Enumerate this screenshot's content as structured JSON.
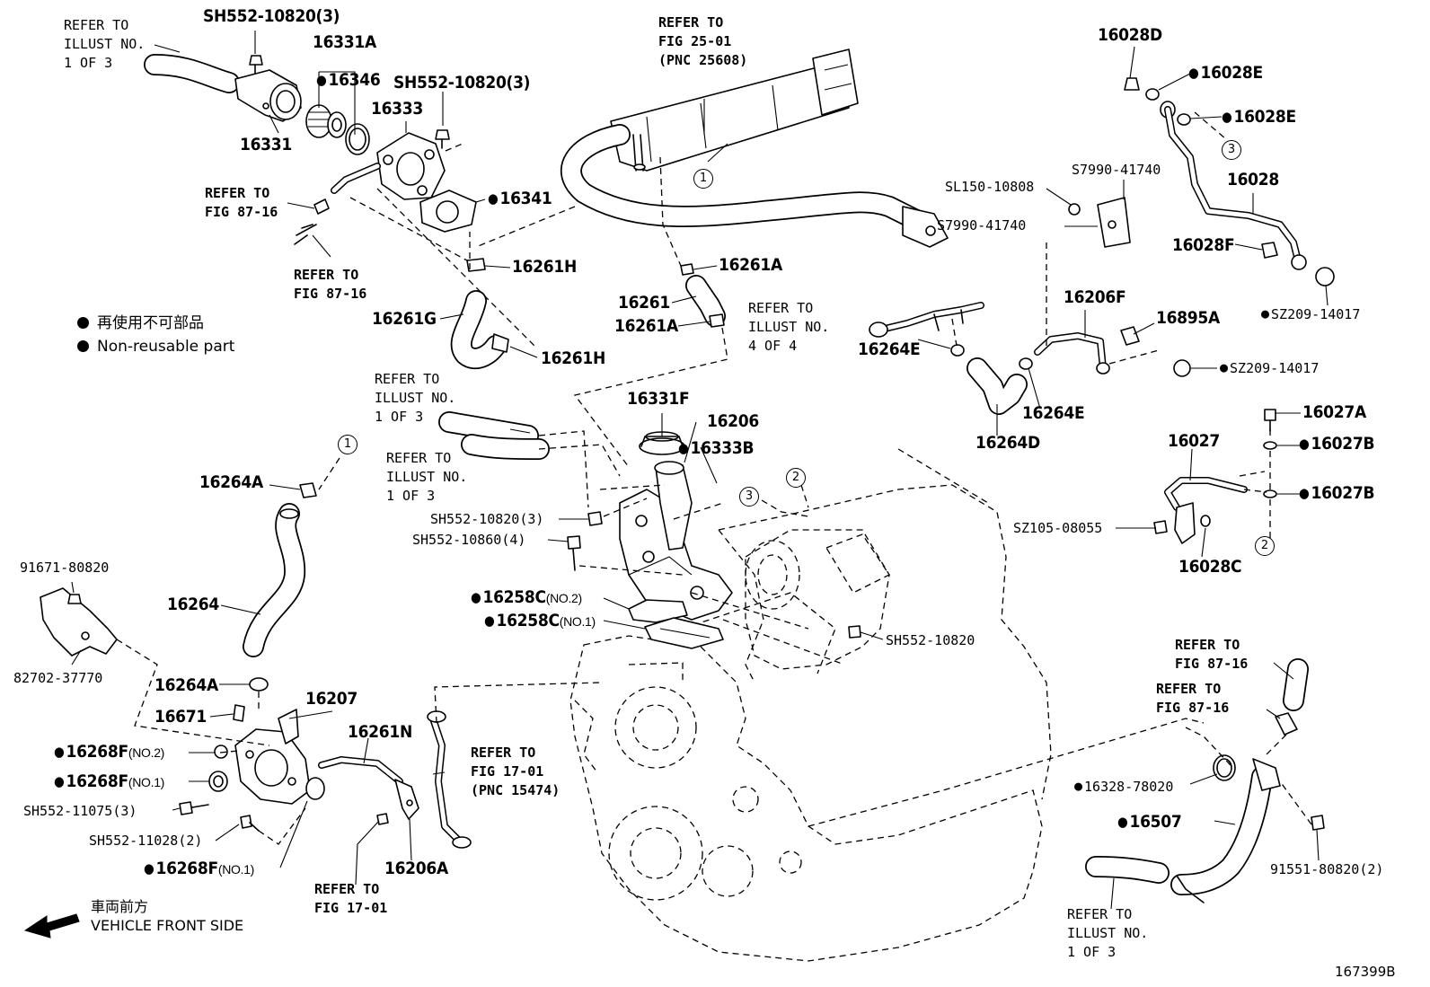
{
  "diagram_id": "167399B",
  "legend": {
    "line1": "再使用不可部品",
    "line2": "Non-reusable part"
  },
  "front": {
    "jp": "車両前方",
    "en": "VEHICLE FRONT SIDE"
  },
  "references": {
    "r_top_left": "REFER TO\nILLUST NO.\n1 OF 3",
    "r_fig2501": "REFER TO\nFIG 25-01\n(PNC 25608)",
    "r_fig8716_a": "REFER TO\nFIG 87-16",
    "r_fig8716_b": "REFER TO\nFIG 87-16",
    "r_illust_4of4": "REFER TO\nILLUST NO.\n4 OF 4",
    "r_illust_1of3_a": "REFER TO\nILLUST NO.\n1 OF 3",
    "r_illust_1of3_b": "REFER TO\nILLUST NO.\n1 OF 3",
    "r_fig1701_pnc": "REFER TO\nFIG 17-01\n(PNC 15474)",
    "r_fig1701": "REFER TO\nFIG 17-01",
    "r_fig8716_c": "REFER TO\nFIG 87-16",
    "r_fig8716_d": "REFER TO\nFIG 87-16",
    "r_illust_1of3_c": "REFER TO\nILLUST NO.\n1 OF 3"
  },
  "parts": {
    "p_sh552_10820_3_a": "SH552-10820(3)",
    "p_16331a": "16331A",
    "p_16346": "16346",
    "p_sh552_10820_3_b": "SH552-10820(3)",
    "p_16333": "16333",
    "p_16331": "16331",
    "p_16341": "16341",
    "p_16261h_a": "16261H",
    "p_16261g": "16261G",
    "p_16261h_b": "16261H",
    "p_16261a_a": "16261A",
    "p_16261": "16261",
    "p_16261a_b": "16261A",
    "p_16028d": "16028D",
    "p_16028e_a": "16028E",
    "p_16028e_b": "16028E",
    "p_16028": "16028",
    "p_s7990_a": "S7990-41740",
    "p_sl150": "SL150-10808",
    "p_s7990_b": "S7990-41740",
    "p_16028f": "16028F",
    "p_sz209_a": "SZ209-14017",
    "p_16206f": "16206F",
    "p_16895a": "16895A",
    "p_16264e_a": "16264E",
    "p_sz209_b": "SZ209-14017",
    "p_16264e_b": "16264E",
    "p_16264d": "16264D",
    "p_16027a": "16027A",
    "p_16027": "16027",
    "p_16027b_a": "16027B",
    "p_16027b_b": "16027B",
    "p_sz105": "SZ105-08055",
    "p_16028c": "16028C",
    "p_16331f": "16331F",
    "p_16206": "16206",
    "p_16333b": "16333B",
    "p_16264a_a": "16264A",
    "p_sh552_10820_3_c": "SH552-10820(3)",
    "p_sh552_10860_4": "SH552-10860(4)",
    "p_16258c_no2": "16258C",
    "p_16258c_no2_tag": "(NO.2)",
    "p_16258c_no1": "16258C",
    "p_16258c_no1_tag": "(NO.1)",
    "p_sh552_10820": "SH552-10820",
    "p_16264": "16264",
    "p_91671": "91671-80820",
    "p_82702": "82702-37770",
    "p_16264a_b": "16264A",
    "p_16207": "16207",
    "p_16671": "16671",
    "p_16261n": "16261N",
    "p_16268f_no2": "16268F",
    "p_16268f_no2_tag": "(NO.2)",
    "p_16268f_no1_a": "16268F",
    "p_16268f_no1_a_tag": "(NO.1)",
    "p_sh552_11075": "SH552-11075(3)",
    "p_sh552_11028": "SH552-11028(2)",
    "p_16268f_no1_b": "16268F",
    "p_16268f_no1_b_tag": "(NO.1)",
    "p_16206a": "16206A",
    "p_16328": "16328-78020",
    "p_16507": "16507",
    "p_91551": "91551-80820(2)"
  },
  "callouts": [
    "1",
    "3",
    "1",
    "2",
    "3",
    "2"
  ]
}
